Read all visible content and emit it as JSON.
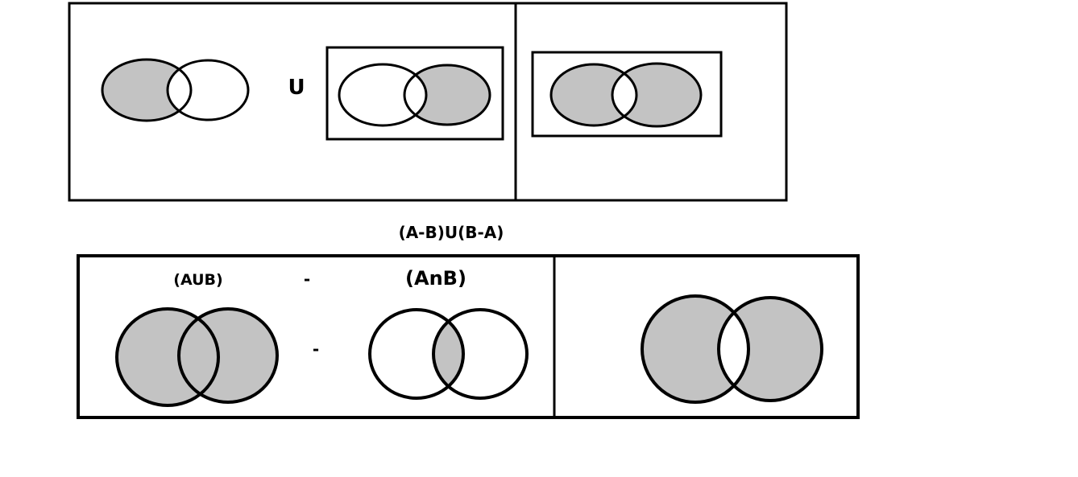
{
  "colors": {
    "shade": "#c3c3c3",
    "stroke": "#000000",
    "background": "#ffffff"
  },
  "top": {
    "union_symbol": "U",
    "caption": "(A-B)U(B-A)"
  },
  "bottom": {
    "label_aub": "(AUB)",
    "label_minus_top": "-",
    "label_anb": "(AnB)",
    "label_minus_mid": "-"
  }
}
